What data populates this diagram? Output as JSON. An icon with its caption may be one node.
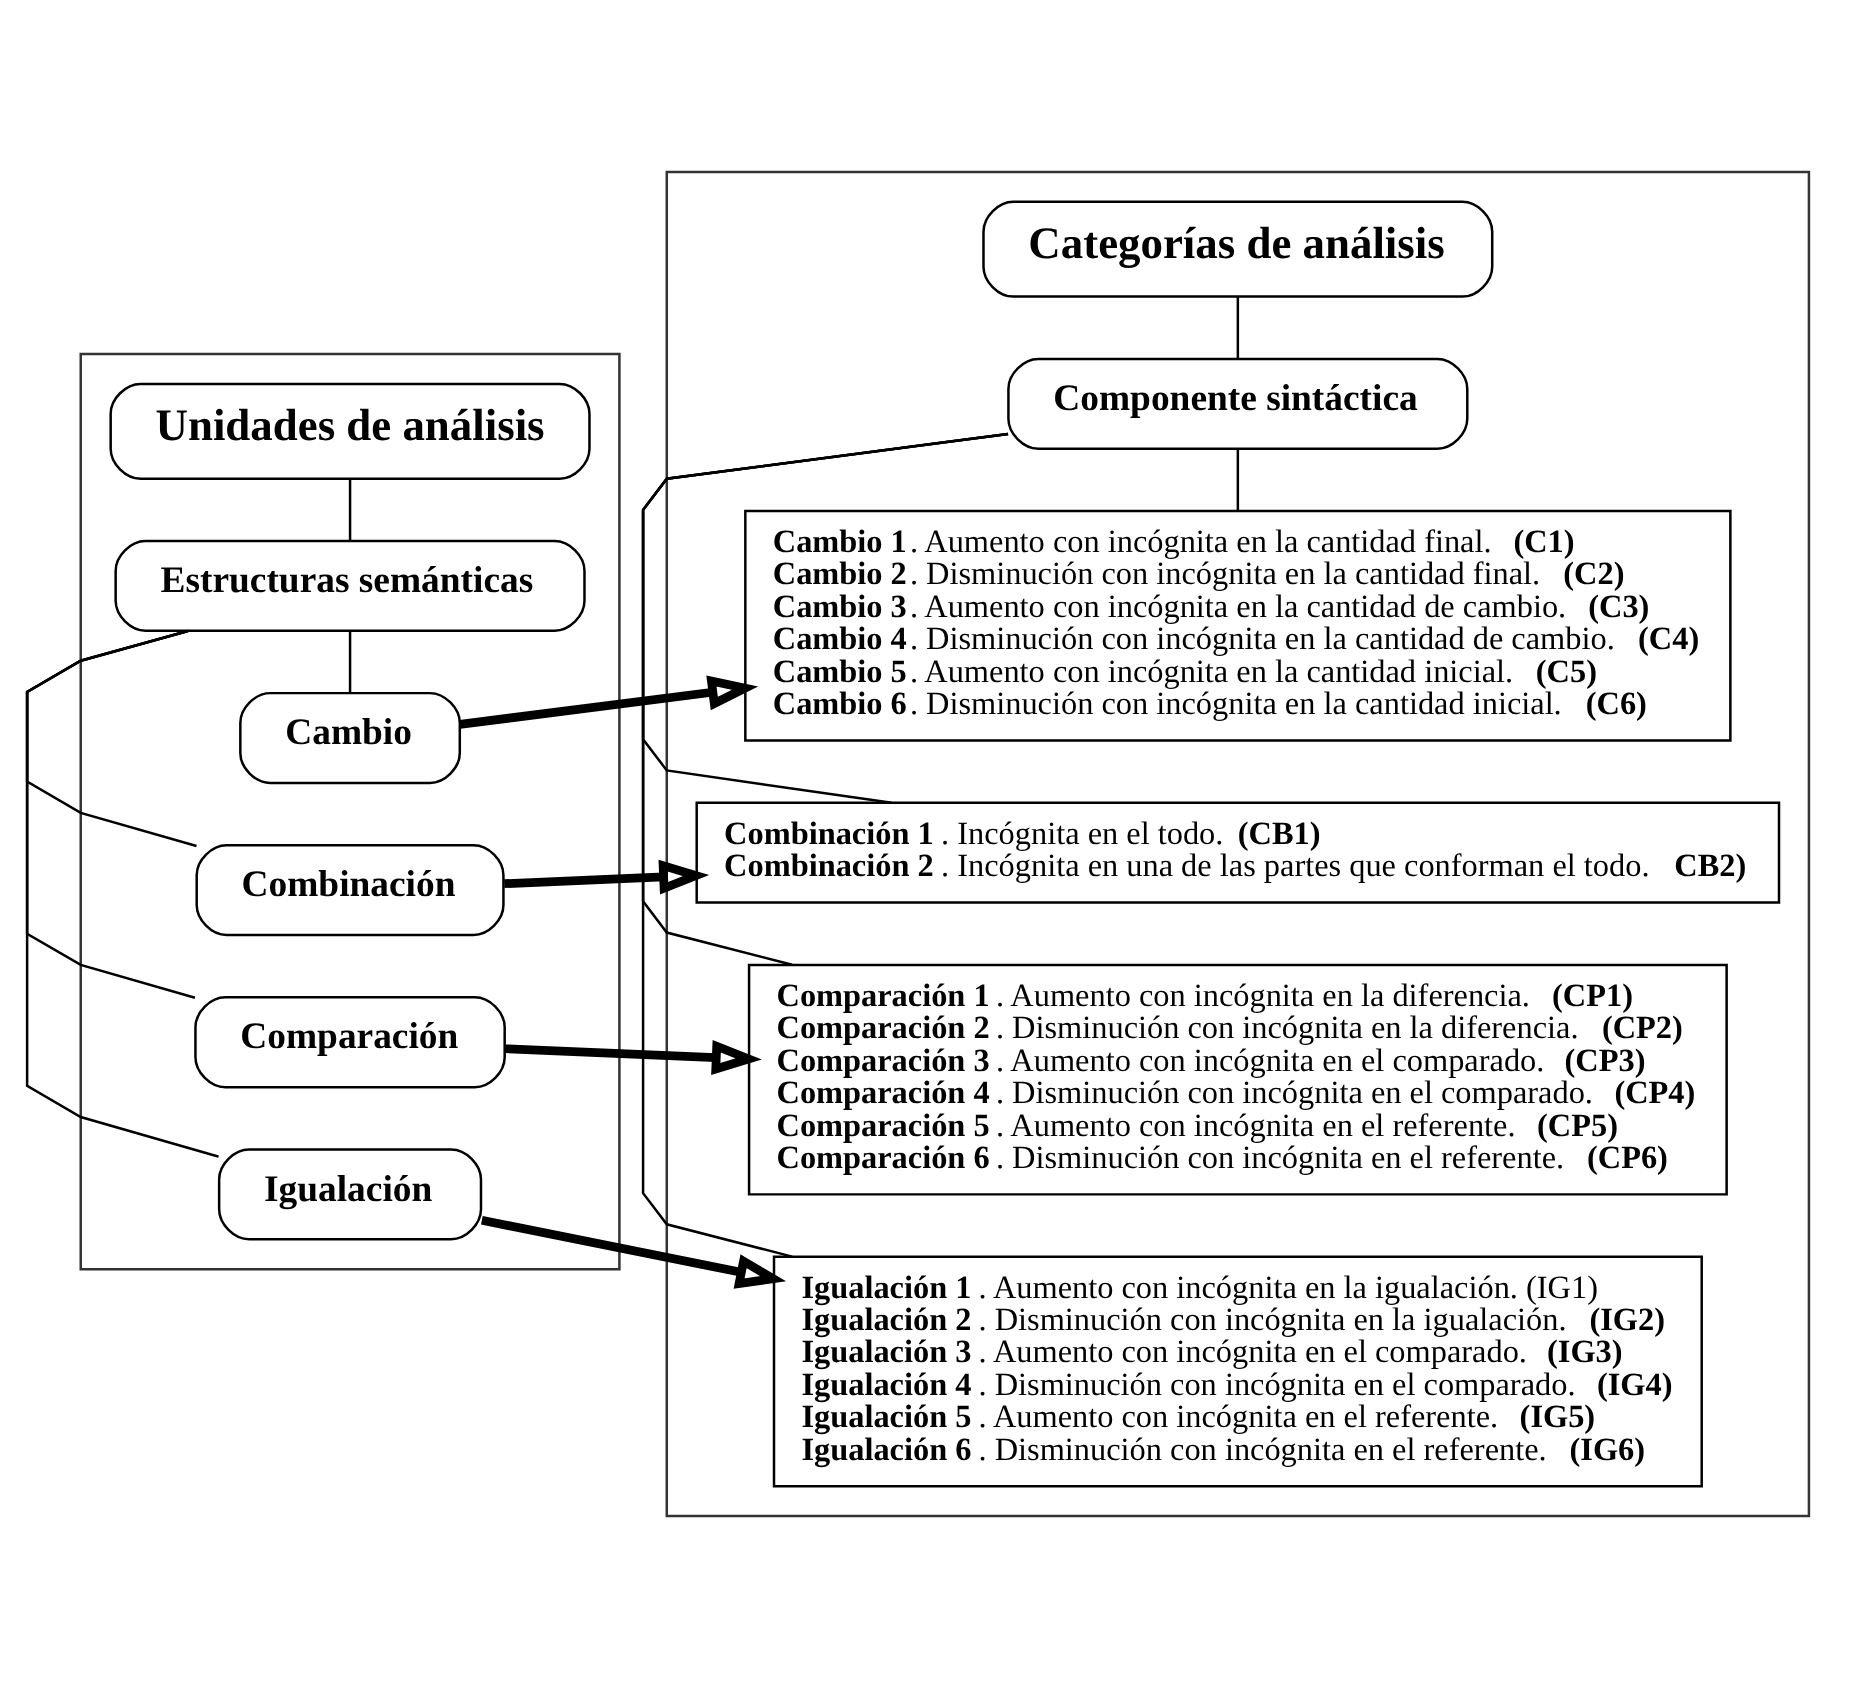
{
  "diagram": {
    "nodes": [
      {
        "text": [],
        "shape": "box"
      },
      {
        "text": [
          "Unidades de análisis"
        ],
        "in": 0
      },
      {
        "text": [
          "Estructuras semánticas"
        ],
        "in": 0
      },
      {
        "text": [
          "Cambio"
        ],
        "in": 0
      },
      {
        "text": [
          "Combinación"
        ],
        "in": 0
      },
      {
        "text": [
          "Comparación"
        ],
        "in": 0
      },
      {
        "text": [
          "Igualación"
        ],
        "in": 0
      },
      {
        "text": [],
        "shape": "box"
      },
      {
        "text": [
          "Categorías de análisis"
        ],
        "in": 7
      },
      {
        "text": [
          "Componente sintáctica"
        ],
        "in": 7
      },
      {
        "text": [
          "**Cambio 1**. Aumento con incógnita en la cantidad final. **(C1)**",
          "**Cambio 2**. Disminución con incógnita en la cantidad final. **(C2)**",
          "**Cambio 3**. Aumento con incógnita en la cantidad de cambio. **(C3)**",
          "**Cambio 4**. Disminución con incógnita en la cantidad de cambio. **(C4)**",
          "**Cambio 5**. Aumento con incógnita en la cantidad inicial. **(C5)**",
          "**Cambio 6**. Disminución con incógnita en la cantidad inicial. **(C6)**"
        ],
        "in": 7
      },
      {
        "text": [
          "**Combinación 1**. Incógnita en el todo. **(CB1)**",
          "**Combinación 2**. Incógnita en una de las partes que conforman el todo. **CB2)**"
        ],
        "in": 7
      },
      {
        "text": [
          "**Comparación 1**. Aumento con incógnita en la diferencia. **(CP1)**",
          "**Comparación 2**. Disminución con incógnita en la diferencia. **(CP2)**",
          "**Comparación 3**. Aumento con incógnita en el comparado. **(CP3)**",
          "**Comparación 4**. Disminución con incógnita en el comparado. **(CP4)**",
          "**Comparación 5**. Aumento con incógnita en el referente. **(CP5)**",
          "**Comparación 6**. Disminución con incógnita en el referente. **(CP6)**"
        ],
        "in": 7
      },
      {
        "text": [
          "**Igualación 1**. Aumento con incógnita en la igualación. (IG1)",
          "**Igualación 2**. Disminución con incógnita en la igualación. **(IG2)**",
          "**Igualación 3**. Aumento con incógnita en el comparado. **(IG3)**",
          "**Igualación 4**. Disminución con incógnita en el comparado. **(IG4)**",
          "**Igualación 5**. Aumento con incógnita en el referente. **(IG5)**",
          "**Igualación 6**. Disminución con incógnita en el referente. **(IG6)**"
        ],
        "in": 7
      }
    ],
    "edges": [
      {
        "from": 1,
        "to": 2,
        "arrow": "none"
      },
      {
        "from": 2,
        "to": 3,
        "arrow": "none"
      },
      {
        "from": 2,
        "to": 4,
        "arrow": "none"
      },
      {
        "from": 2,
        "to": 5,
        "arrow": "none"
      },
      {
        "from": 2,
        "to": 6,
        "arrow": "none"
      },
      {
        "from": 3,
        "to": 10,
        "arrow": "to",
        "style": "thick"
      },
      {
        "from": 4,
        "to": 11,
        "arrow": "to",
        "style": "thick"
      },
      {
        "from": 5,
        "to": 12,
        "arrow": "to",
        "style": "thick"
      },
      {
        "from": 6,
        "to": 13,
        "arrow": "to",
        "style": "thick"
      },
      {
        "from": 8,
        "to": 9,
        "arrow": "none"
      },
      {
        "from": 9,
        "to": 10,
        "arrow": "none"
      },
      {
        "from": 9,
        "to": 11,
        "arrow": "none"
      },
      {
        "from": 9,
        "to": 12,
        "arrow": "none"
      },
      {
        "from": 9,
        "to": 13,
        "arrow": "none"
      }
    ]
  }
}
